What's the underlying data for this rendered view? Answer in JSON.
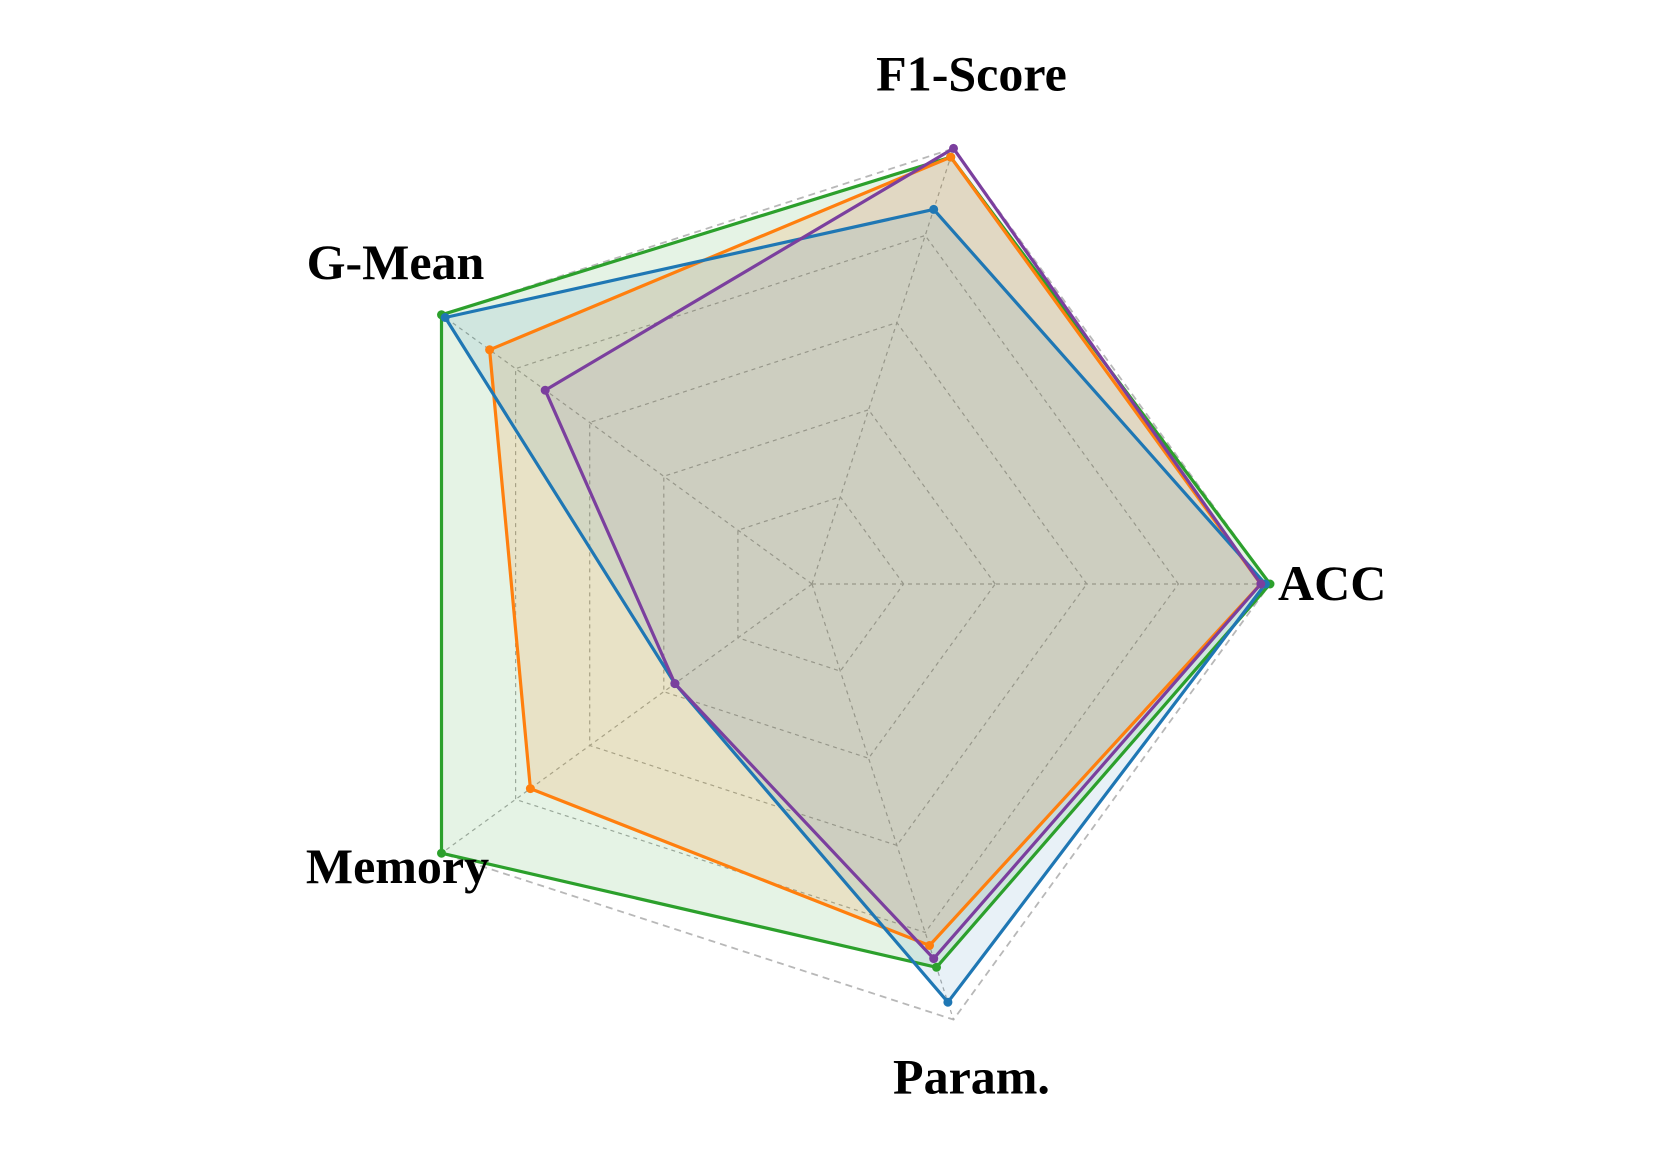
{
  "chart_data": {
    "type": "radar",
    "title": "",
    "axes": [
      "ACC",
      "F1-Score",
      "G-Mean",
      "Memory",
      "Param."
    ],
    "rmax": 1.0,
    "rings": 5,
    "grid": true,
    "legend": "none",
    "series": [
      {
        "color": "#2ca02c",
        "fill_opacity": 0.12,
        "values": [
          1.0,
          0.98,
          1.0,
          1.0,
          0.88
        ]
      },
      {
        "color": "#ff7f0e",
        "fill_opacity": 0.14,
        "values": [
          0.98,
          0.98,
          0.87,
          0.76,
          0.83
        ]
      },
      {
        "color": "#1f77b4",
        "fill_opacity": 0.1,
        "values": [
          0.99,
          0.86,
          0.99,
          0.37,
          0.96
        ]
      },
      {
        "color": "#7b3f9e",
        "fill_opacity": 0.06,
        "values": [
          0.98,
          1.0,
          0.72,
          0.37,
          0.86
        ]
      }
    ]
  }
}
